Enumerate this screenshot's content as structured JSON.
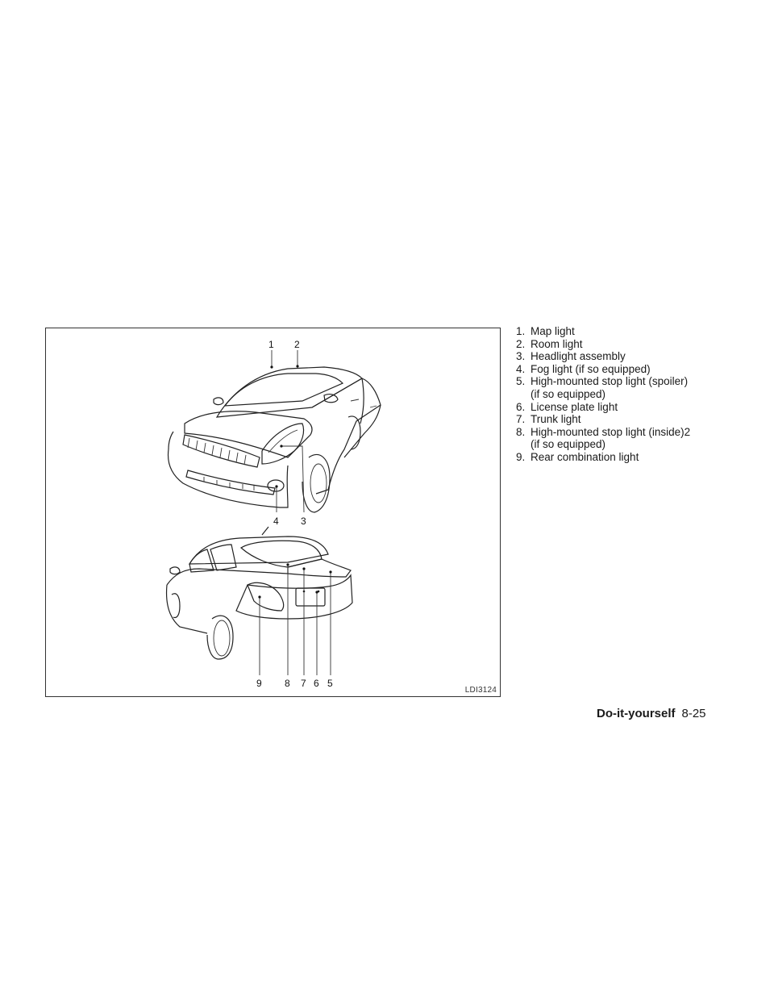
{
  "figure": {
    "id": "LDI3124",
    "callouts": [
      "1",
      "2",
      "3",
      "4",
      "9",
      "8",
      "7",
      "6",
      "5"
    ]
  },
  "legend": [
    {
      "num": "1.",
      "text": "Map light"
    },
    {
      "num": "2.",
      "text": "Room light"
    },
    {
      "num": "3.",
      "text": "Headlight assembly"
    },
    {
      "num": "4.",
      "text": "Fog light (if so equipped)"
    },
    {
      "num": "5.",
      "text": "High-mounted stop light (spoiler)",
      "cont": "(if so equipped)"
    },
    {
      "num": "6.",
      "text": "License plate light"
    },
    {
      "num": "7.",
      "text": "Trunk light"
    },
    {
      "num": "8.",
      "text": "High-mounted stop light (inside)2",
      "cont": "(if so equipped)"
    },
    {
      "num": "9.",
      "text": "Rear combination light"
    }
  ],
  "footer": {
    "section": "Do-it-yourself",
    "page": "8-25"
  }
}
